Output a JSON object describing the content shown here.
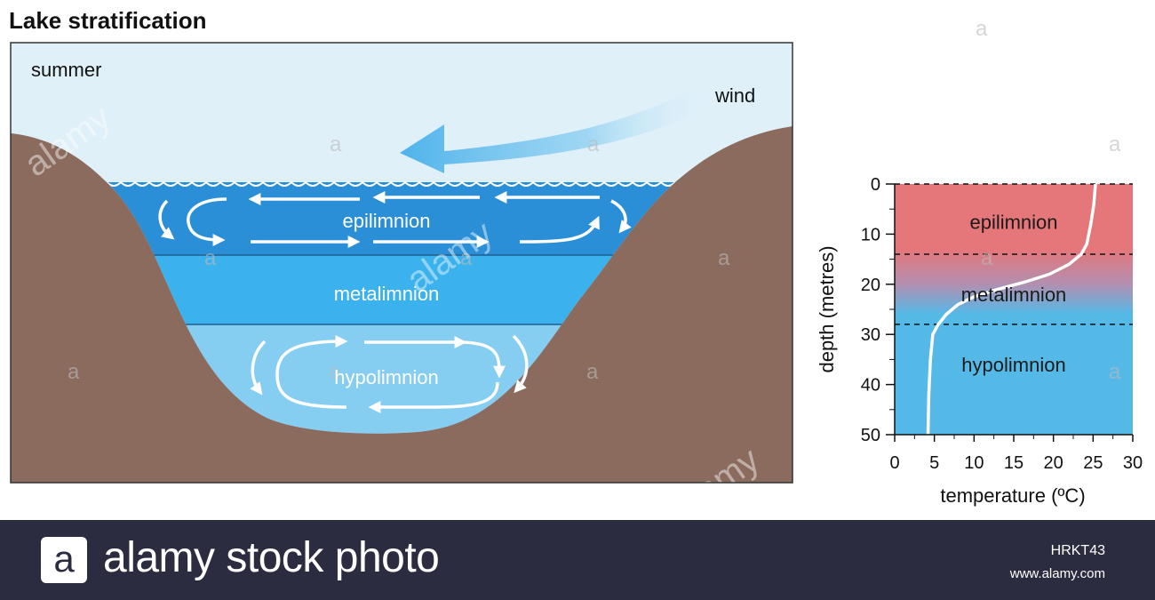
{
  "title": "Lake stratification",
  "diagram": {
    "season_label": "summer",
    "wind_label": "wind",
    "layers": {
      "epilimnion": "epilimnion",
      "metalimnion": "metalimnion",
      "hypolimnion": "hypolimnion"
    }
  },
  "chart_data": {
    "type": "line",
    "xlabel": "temperature (ºC)",
    "ylabel": "depth (metres)",
    "xlim": [
      0,
      30
    ],
    "ylim": [
      50,
      0
    ],
    "x_ticks": [
      0,
      5,
      10,
      15,
      20,
      25,
      30
    ],
    "y_ticks": [
      0,
      10,
      20,
      30,
      40,
      50
    ],
    "series": [
      {
        "x": [
          25.3,
          25.1,
          24.7,
          24.2,
          23.5,
          22.0,
          19.5,
          16.5,
          13.0,
          10.0,
          8.0,
          6.5,
          5.5,
          4.8,
          4.5,
          4.3,
          4.2
        ],
        "y": [
          0,
          4,
          8,
          12,
          14,
          16,
          18,
          19.5,
          21,
          22.5,
          24,
          26,
          28,
          30,
          35,
          42,
          50
        ]
      }
    ],
    "boundaries_depth": [
      0,
      14,
      28
    ],
    "zone_labels": [
      "epilimnion",
      "metalimnion",
      "hypolimnion"
    ],
    "zone_colors": {
      "epilimnion": "#e5767a",
      "metalimnion": "#b28fb0",
      "hypolimnion": "#55b9e8"
    }
  },
  "watermark": {
    "word": "alamy",
    "letter": "a"
  },
  "footer": {
    "logo_letter": "a",
    "brand": "alamy stock photo",
    "image_id": "HRKT43",
    "url": "www.alamy.com"
  },
  "colors": {
    "sky": "#dff0f9",
    "ground": "#8a6b5e",
    "epilimnion_water": "#2a8fd6",
    "metalimnion_water": "#3bb2ee",
    "hypolimnion_water": "#86cdf2",
    "footer": "#2c2c40"
  }
}
